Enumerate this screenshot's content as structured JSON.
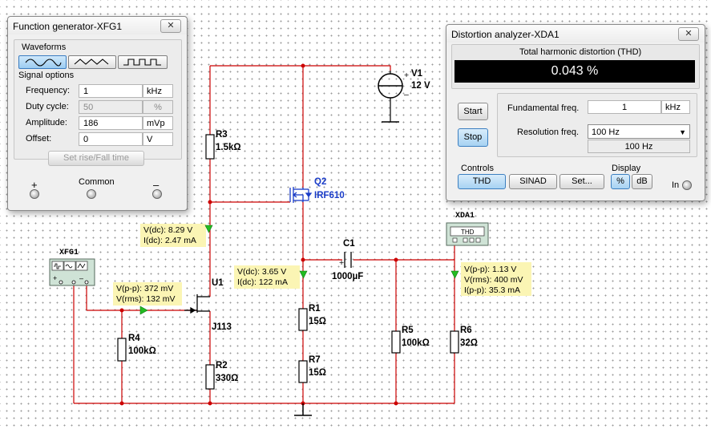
{
  "function_generator": {
    "title": "Function generator-XFG1",
    "close_label": "✕",
    "waveforms_label": "Waveforms",
    "waveforms": [
      "sine",
      "triangle",
      "square"
    ],
    "selected_waveform": "sine",
    "signal_options_label": "Signal options",
    "frequency": {
      "label": "Frequency:",
      "value": "1",
      "unit": "kHz"
    },
    "duty_cycle": {
      "label": "Duty cycle:",
      "value": "50",
      "unit": "%"
    },
    "amplitude": {
      "label": "Amplitude:",
      "value": "186",
      "unit": "mVp"
    },
    "offset": {
      "label": "Offset:",
      "value": "0",
      "unit": "V"
    },
    "rise_fall_label": "Set rise/Fall time",
    "terminal_plus": "+",
    "terminal_common": "Common",
    "terminal_minus": "–"
  },
  "distortion_analyzer": {
    "title": "Distortion analyzer-XDA1",
    "close_label": "✕",
    "thd_title": "Total harmonic distortion (THD)",
    "thd_value": "0.043 %",
    "start_label": "Start",
    "stop_label": "Stop",
    "fundamental_label": "Fundamental freq.",
    "fundamental_value": "1",
    "fundamental_unit": "kHz",
    "resolution_label": "Resolution freq.",
    "resolution_selected": "100 Hz",
    "resolution_readout": "100 Hz",
    "controls_label": "Controls",
    "thd_button": "THD",
    "sinad_button": "SINAD",
    "set_button": "Set...",
    "display_label": "Display",
    "percent_button": "%",
    "db_button": "dB",
    "in_label": "In"
  },
  "schematic": {
    "xfg_label": "XFG1",
    "xda_label": "XDA1",
    "xda_thd": "THD",
    "v1": {
      "name": "V1",
      "value": "12 V"
    },
    "r3": {
      "name": "R3",
      "value": "1.5kΩ"
    },
    "q2": {
      "name": "Q2",
      "value": "IRF610"
    },
    "c1": {
      "name": "C1",
      "value": "1000µF"
    },
    "u1": {
      "name": "U1",
      "value": "J113"
    },
    "r1": {
      "name": "R1",
      "value": "15Ω"
    },
    "r7": {
      "name": "R7",
      "value": "15Ω"
    },
    "r4": {
      "name": "R4",
      "value": "100kΩ"
    },
    "r2": {
      "name": "R2",
      "value": "330Ω"
    },
    "r5": {
      "name": "R5",
      "value": "100kΩ"
    },
    "r6": {
      "name": "R6",
      "value": "32Ω"
    },
    "probe_drain": {
      "line1": "V(dc): 8.29 V",
      "line2": "I(dc): 2.47 mA"
    },
    "probe_input": {
      "line1": "V(p-p): 372 mV",
      "line2": "V(rms): 132 mV"
    },
    "probe_source": {
      "line1": "V(dc): 3.65 V",
      "line2": "I(dc): 122 mA"
    },
    "probe_output": {
      "line1": "V(p-p): 1.13 V",
      "line2": "V(rms): 400 mV",
      "line3": "I(p-p): 35.3 mA"
    }
  },
  "colors": {
    "wire": "#cc0000",
    "probe_bg": "#fbf5b4",
    "probe_arrow": "#22bb22",
    "thd_display_bg": "#000000",
    "component_blue": "#1a3cc8"
  }
}
